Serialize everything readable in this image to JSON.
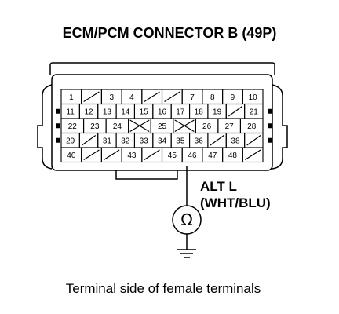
{
  "title": "ECM/PCM CONNECTOR B (49P)",
  "rows": [
    [
      "1",
      "/",
      "3",
      "4",
      "/",
      "/",
      "7",
      "8",
      "9",
      "10"
    ],
    [
      "11",
      "12",
      "13",
      "14",
      "15",
      "16",
      "17",
      "18",
      "19",
      "/",
      "21"
    ],
    [
      "22",
      "23",
      "24",
      "X",
      "25",
      "X",
      "26",
      "27",
      "28"
    ],
    [
      "29",
      "/",
      "31",
      "32",
      "33",
      "34",
      "35",
      "36",
      "/",
      "38",
      "/"
    ],
    [
      "40",
      "/",
      "/",
      "43",
      "/",
      "45",
      "46",
      "47",
      "48",
      "/"
    ]
  ],
  "wire": {
    "pin": "46",
    "label_line1": "ALT L",
    "label_line2": "(WHT/BLU)"
  },
  "meter": {
    "symbol": "Ω",
    "icon": "ohmmeter-icon"
  },
  "ground": {
    "icon": "ground-icon"
  },
  "caption": "Terminal side of female terminals"
}
